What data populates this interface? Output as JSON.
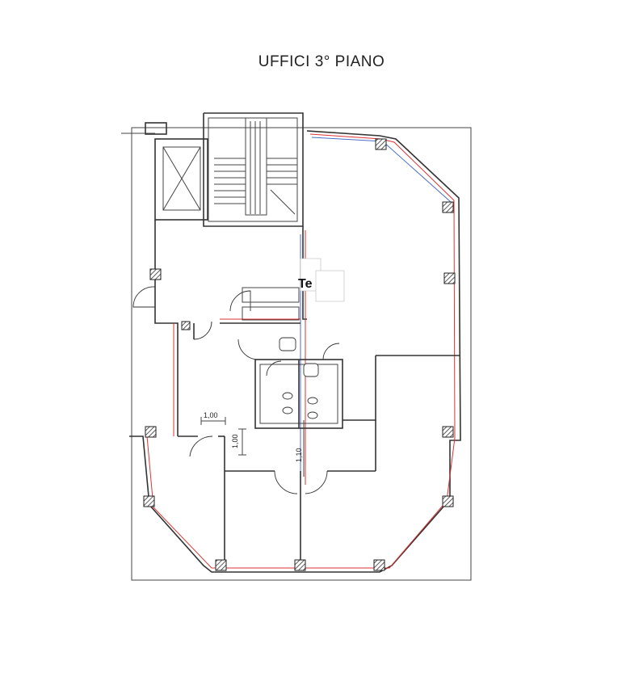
{
  "title": "UFFICI  3° PIANO",
  "dimensions": {
    "width_label": "1,00",
    "height_label": "1,00",
    "door_label": "1,10"
  },
  "room_label": "Te"
}
